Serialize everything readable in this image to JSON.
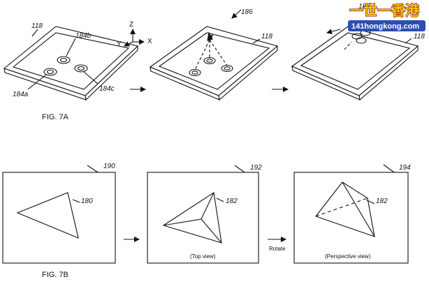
{
  "figure_7a": {
    "caption": "FIG. 7A",
    "panel_labels": [
      "118",
      "118",
      "118"
    ],
    "element_labels": {
      "top": "184b",
      "left": "184a",
      "right": "184c"
    },
    "motion_labels": [
      "186",
      "188"
    ],
    "axes": {
      "z": "Z",
      "y": "Y",
      "x": "X"
    }
  },
  "figure_7b": {
    "caption": "FIG. 7B",
    "frame_labels": [
      "190",
      "192",
      "194"
    ],
    "shape_labels": [
      "180",
      "182",
      "182"
    ],
    "view_captions": {
      "top": "(Top view)",
      "perspective": "(Perspective view)"
    },
    "rotate_label": "Rotate"
  },
  "watermark": {
    "chinese": "一世一香港",
    "url": "141hongkong.com"
  }
}
